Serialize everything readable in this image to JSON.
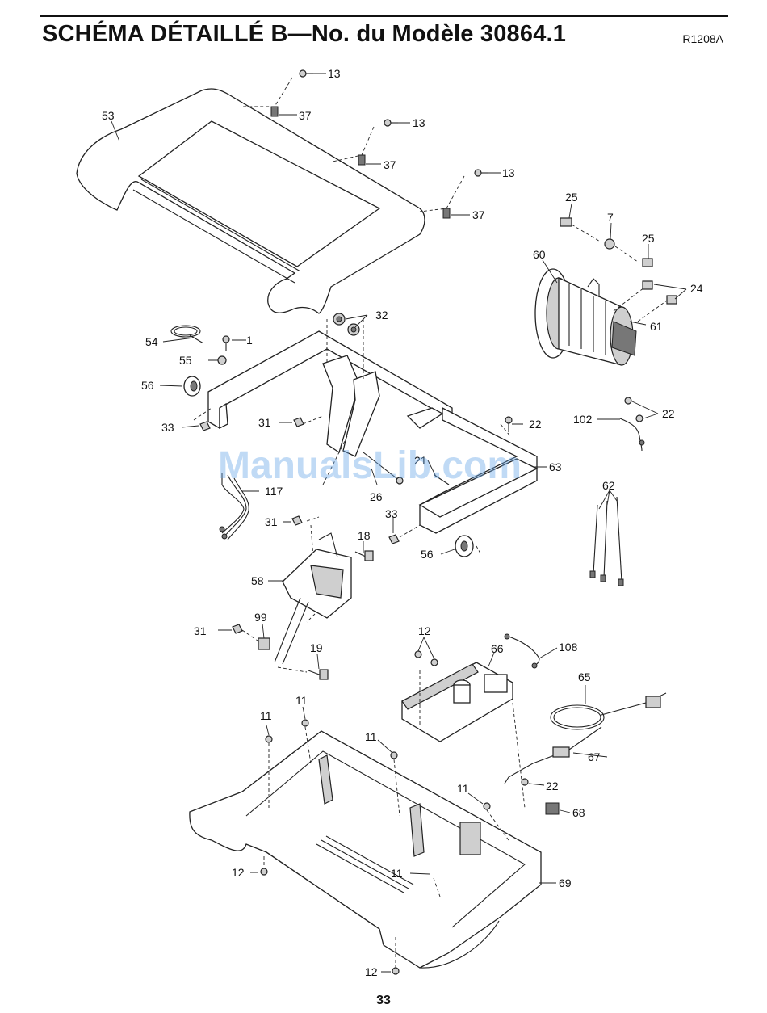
{
  "header": {
    "title": "SCHÉMA DÉTAILLÉ B—No. du Modèle 30864.1",
    "code": "R1208A"
  },
  "watermark": "ManualsLib.com",
  "page_number": "33",
  "callouts": {
    "c13a": "13",
    "c37a": "37",
    "c13b": "13",
    "c37b": "37",
    "c13c": "13",
    "c37c": "37",
    "c53": "53",
    "c25a": "25",
    "c7": "7",
    "c25b": "25",
    "c60": "60",
    "c24": "24",
    "c61": "61",
    "c32": "32",
    "c54": "54",
    "c1": "1",
    "c55": "55",
    "c56a": "56",
    "c33a": "33",
    "c31a": "31",
    "c22a": "22",
    "c102": "102",
    "c22b": "22",
    "c26": "26",
    "c21": "21",
    "c63": "63",
    "c117": "117",
    "c62": "62",
    "c31b": "31",
    "c33b": "33",
    "c18": "18",
    "c56b": "56",
    "c58": "58",
    "c31c": "31",
    "c99": "99",
    "c19": "19",
    "c12a": "12",
    "c66": "66",
    "c108": "108",
    "c65": "65",
    "c11a": "11",
    "c11b": "11",
    "c11c": "11",
    "c67": "67",
    "c22c": "22",
    "c11d": "11",
    "c68": "68",
    "c12b": "12",
    "c11e": "11",
    "c69": "69",
    "c12c": "12"
  }
}
